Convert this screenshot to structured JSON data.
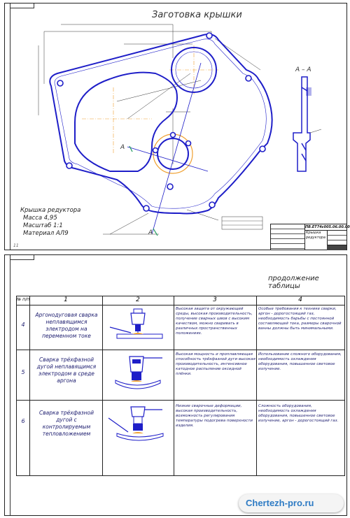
{
  "top_sheet": {
    "title": "Заготовка крышки",
    "section_label": "А – А",
    "section_mark": "А",
    "part_info": [
      "Крышка редуктора",
      "Масса 4,95",
      "Масштаб 1:1",
      "Материал АЛ9"
    ],
    "stamp": {
      "code": "ПВ.ЕТ74с005.06.00.000",
      "name": "Крышка редуктора"
    },
    "page_number": "11"
  },
  "bottom_sheet": {
    "caption": "продолжение таблицы",
    "header": [
      "№ п/п",
      "1",
      "2",
      "3",
      "4"
    ],
    "rows": [
      {
        "num": "4",
        "method": "Аргонодуговая сварка неплавящимся электродом на переменном токе",
        "advantages": "Высокая защита от окружающей среды, высокая производительность, получение сварных швов с высоким качеством, можно сваривать в различных пространственных положениях.",
        "disadvantages": "Особые требования к технике сварки, аргон - дорогостоящий газ, необходимость барьбы с постоянной составляющей тока, размеры сварочной ванны должны быть минимальными."
      },
      {
        "num": "5",
        "method": "Сварка трёхфазной дугой неплавящимся электродом в среде аргона",
        "advantages": "Высокая мощность и проплавляющая способность трёхфазной дуги высокая производительность, интенсивное катодное распыление оксидной плёнки.",
        "disadvantages": "Использование сложного оборудования, необходимость охлаждения оборудования, повышенное световое излучение."
      },
      {
        "num": "6",
        "method": "Сварка трёхфазной дугой с контролируемым тепловложением",
        "advantages": "Низкие сварочные деформации, высокая производительность, возможность регулирования температуры подогрева поверхности изделия.",
        "disadvantages": "Сложность оборудования, необходимость охлаждения оборудования, повышенное световое излучение, аргон - дорогостоящий газ."
      }
    ]
  },
  "watermark": "Chertezh-pro.ru",
  "colors": {
    "line_blue": "#1e1ec8",
    "weld_orange": "#f0a030",
    "ink": "#1b1b6e"
  }
}
